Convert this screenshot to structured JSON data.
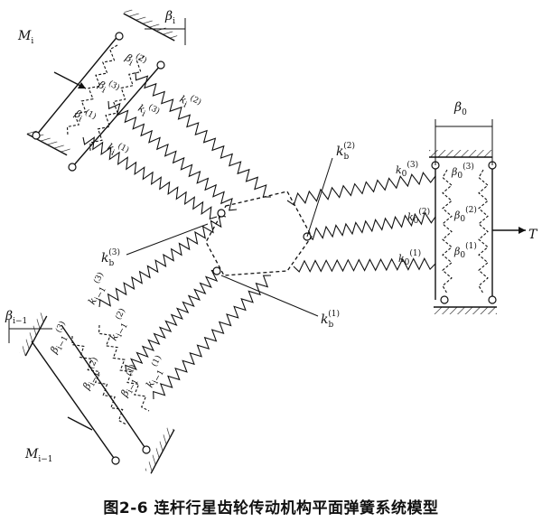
{
  "caption": "图2-6 连杆行星齿轮传动机构平面弹簧系统模型",
  "labels": {
    "M_i": "M",
    "M_i_sub": "i",
    "M_i1": "M",
    "M_i1_sub": "i−1",
    "T": "T",
    "beta_i": "β",
    "beta_i_sub": "i",
    "beta_i1": "β",
    "beta_i1_sub": "i−1",
    "beta_0": "β",
    "beta_0_sub": "0",
    "k_b2": "k",
    "k_b2_sub": "b",
    "k_b2_sup": "(2)",
    "k_b3": "k",
    "k_b3_sub": "b",
    "k_b3_sup": "(3)",
    "k_b1": "k",
    "k_b1_sub": "b",
    "k_b1_sup": "(1)",
    "k_0_3": "k",
    "k_0_3_sub": "0",
    "k_0_3_sup": "(3)",
    "k_0_2": "k",
    "k_0_2_sub": "0",
    "k_0_2_sup": "(2)",
    "k_0_1": "k",
    "k_0_1_sub": "0",
    "k_0_1_sup": "(1)",
    "k_i_2": "k",
    "k_i_2_sub": "i",
    "k_i_2_sup": "(2)",
    "k_i_1": "k",
    "k_i_1_sub": "i",
    "k_i_1_sup": "(1)",
    "k_i_3": "k",
    "k_i_3_sub": "i",
    "k_i_3_sup": "(3)",
    "k_i1_3": "k",
    "k_i1_3_sub": "i−1",
    "k_i1_3_sup": "(3)",
    "k_i1_2": "k",
    "k_i1_2_sub": "i−1",
    "k_i1_2_sup": "(2)",
    "k_i1_1": "k",
    "k_i1_1_sub": "i−1",
    "k_i1_1_sup": "(1)",
    "beta0_3": "β",
    "beta0_3_sub": "0",
    "beta0_3_sup": "(3)",
    "beta0_2": "β",
    "beta0_2_sub": "0",
    "beta0_2_sup": "(2)",
    "beta0_1": "β",
    "beta0_1_sub": "0",
    "beta0_1_sup": "(1)",
    "betai_3": "β",
    "betai_3_sub": "i",
    "betai_3_sup": "(3)",
    "betai_2": "β",
    "betai_2_sub": "i",
    "betai_2_sup": "(2)",
    "betai_1": "β",
    "betai_1_sub": "i",
    "betai_1_sup": "(1)",
    "betai1_3": "β",
    "betai1_3_sub": "i−1",
    "betai1_3_sup": "(3)",
    "betai1_2": "β",
    "betai1_2_sub": "i−1",
    "betai1_2_sup": "(2)",
    "betai1_1": "β",
    "betai1_1_sub": "i−1",
    "betai1_1_sup": "(1)"
  }
}
